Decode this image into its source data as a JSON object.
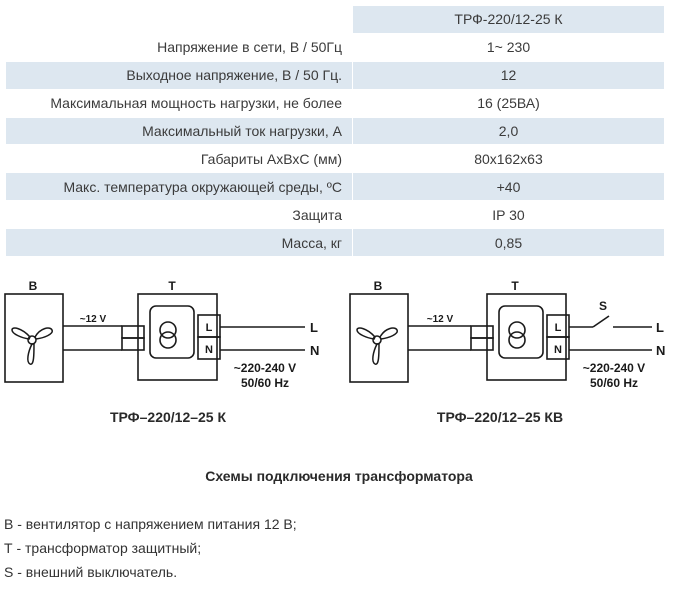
{
  "table": {
    "header_value": "ТРФ-220/12-25 К",
    "rows": [
      {
        "label": "Напряжение в сети, В / 50Гц",
        "value": "1~ 230"
      },
      {
        "label": "Выходное напряжение, В / 50 Гц.",
        "value": "12"
      },
      {
        "label": "Максимальная мощность нагрузки, не более",
        "value": "16 (25ВА)"
      },
      {
        "label": "Максимальный ток нагрузки, А",
        "value": "2,0"
      },
      {
        "label": "Габариты АхВхС (мм)",
        "value": "80х162х63"
      },
      {
        "label": "Макс. температура окружающей среды, ºС",
        "value": "+40"
      },
      {
        "label": "Защита",
        "value": "IP 30"
      },
      {
        "label": "Масса, кг",
        "value": "0,85"
      }
    ]
  },
  "diagram_left": {
    "fan_label": "B",
    "transformer_label": "T",
    "low_voltage": "~12 V",
    "terminal_l": "L",
    "terminal_n": "N",
    "line_l": "L",
    "line_n": "N",
    "mains_voltage": "~220-240 V",
    "mains_freq": "50/60 Hz",
    "caption": "ТРФ–220/12–25 К"
  },
  "diagram_right": {
    "fan_label": "B",
    "transformer_label": "T",
    "switch_label": "S",
    "low_voltage": "~12 V",
    "terminal_l": "L",
    "terminal_n": "N",
    "line_l": "L",
    "line_n": "N",
    "mains_voltage": "~220-240 V",
    "mains_freq": "50/60 Hz",
    "caption": "ТРФ–220/12–25 КВ"
  },
  "schemes_title": "Схемы подключения трансформатора",
  "legend": [
    {
      "key": "В",
      "text": " - вентилятор с напряжением питания 12 В;"
    },
    {
      "key": "Т",
      "text": " - трансформатор защитный;"
    },
    {
      "key": "S",
      "text": " - внешний выключатель."
    }
  ]
}
